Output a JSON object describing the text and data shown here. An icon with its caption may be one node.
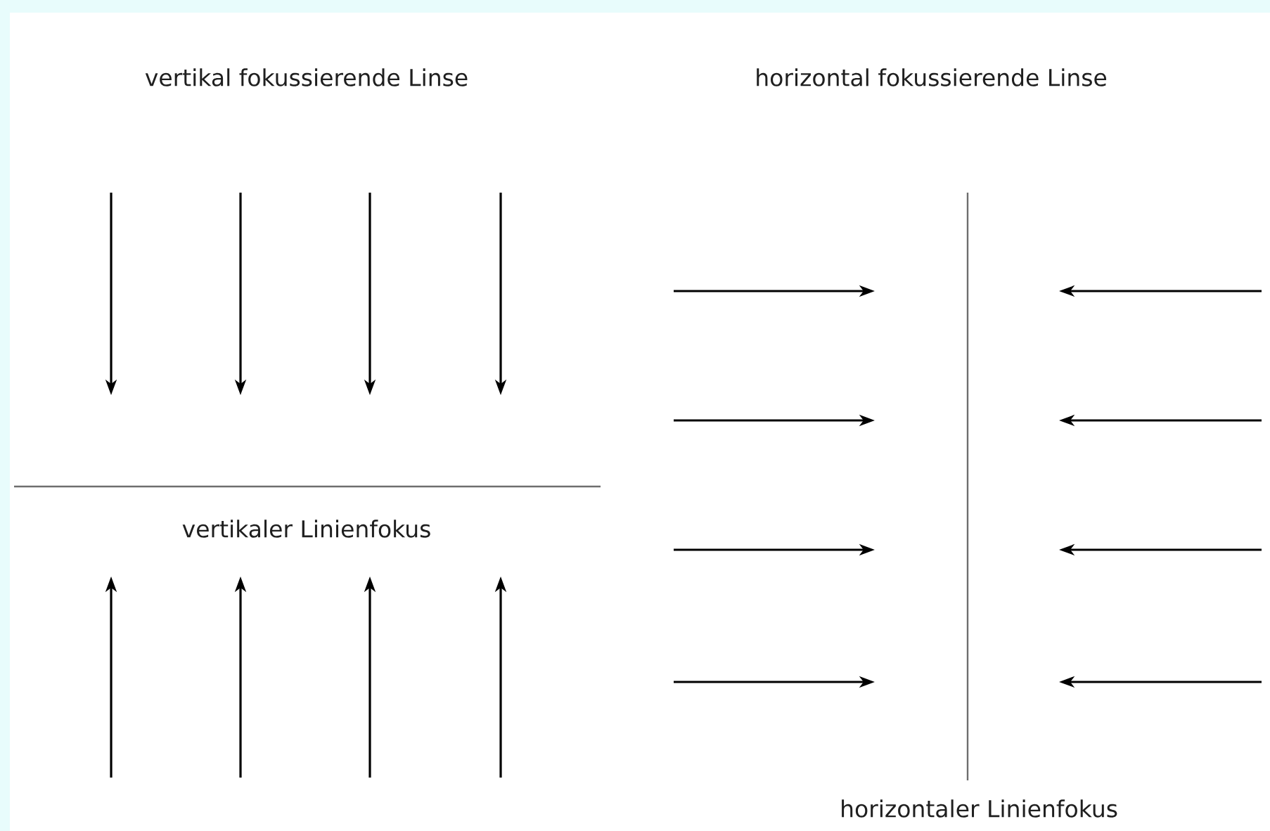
{
  "diagram": {
    "labels": [
      "vertikal fokussierende Linse",
      "horizontal fokussierende Linse",
      "vertikaler Linienfokus",
      "horizontaler Linienfokus"
    ]
  }
}
